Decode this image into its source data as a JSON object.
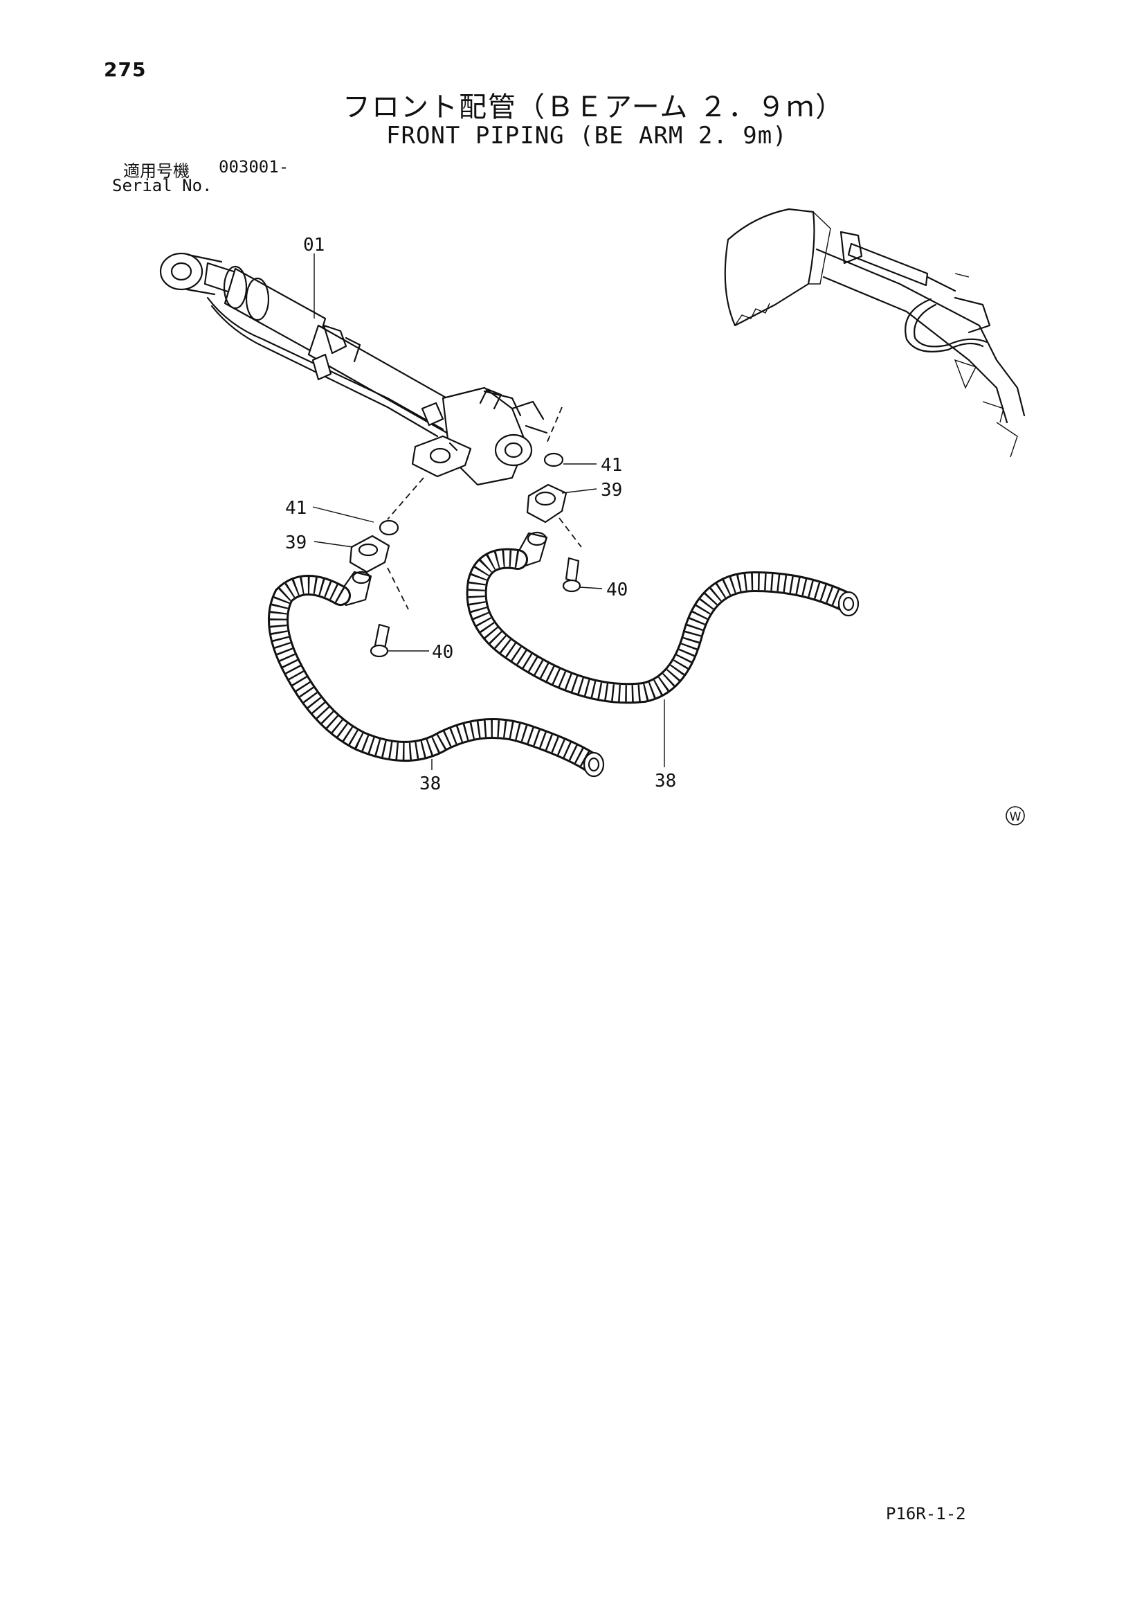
{
  "page_number": "275",
  "title_ja": "フロント配管（ＢＥアーム ２．９ｍ）",
  "title_en": "FRONT PIPING (BE ARM 2. 9m)",
  "serial": {
    "label_ja": "適用号機",
    "value": "003001-",
    "label_en": "Serial No."
  },
  "callouts": {
    "cylinder": "01",
    "oring_right": "41",
    "flange_right": "39",
    "oring_left": "41",
    "flange_left": "39",
    "bolt_right": "40",
    "bolt_left": "40",
    "hose_left": "38",
    "hose_right": "38"
  },
  "watermark": "W",
  "doc_code": "P16R-1-2"
}
